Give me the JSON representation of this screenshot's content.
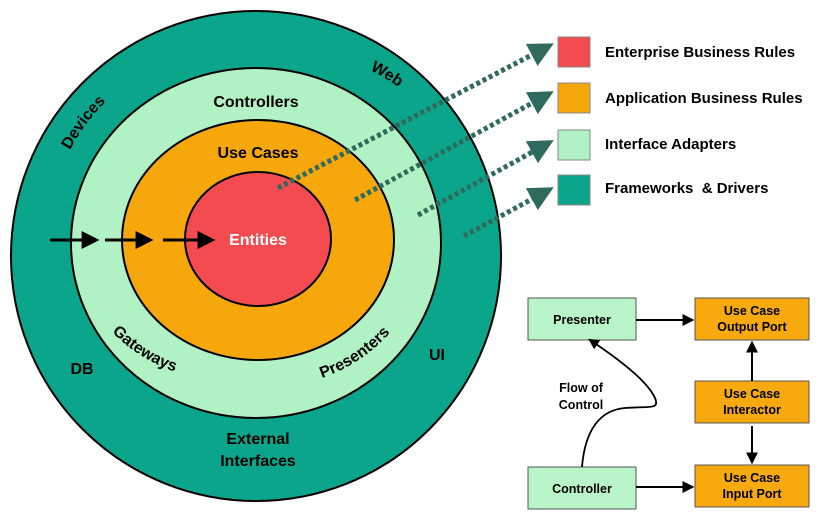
{
  "colors": {
    "enterprise": "#f44b50",
    "application": "#f5a70c",
    "adapters": "#b0f2c4",
    "frameworks": "#0aa58a",
    "box_green": "#b9f3c8",
    "box_orange": "#f7a90e",
    "dotted_arrow": "#2f6b5c"
  },
  "rings": {
    "devices": "Devices",
    "web": "Web",
    "controllers": "Controllers",
    "use_cases": "Use Cases",
    "entities": "Entities",
    "gateways": "Gateways",
    "presenters": "Presenters",
    "db": "DB",
    "ui": "UI",
    "external_line1": "External",
    "external_line2": "Interfaces"
  },
  "legend": [
    {
      "label": "Enterprise Business Rules",
      "color": "#f44b50"
    },
    {
      "label": "Application Business Rules",
      "color": "#f5a70c"
    },
    {
      "label": "Interface Adapters",
      "color": "#b0f2c4"
    },
    {
      "label": "Frameworks  & Drivers",
      "color": "#0aa58a"
    }
  ],
  "flow": {
    "presenter": "Presenter",
    "controller": "Controller",
    "output_port_1": "Use Case",
    "output_port_2": "Output Port",
    "interactor_1": "Use Case",
    "interactor_2": "Interactor",
    "input_port_1": "Use Case",
    "input_port_2": "Input Port",
    "flow_label_1": "Flow of",
    "flow_label_2": "Control"
  }
}
